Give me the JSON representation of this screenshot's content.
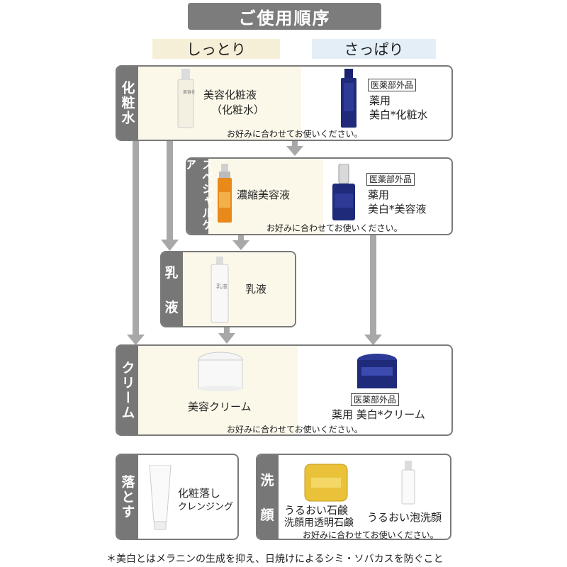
{
  "title": "ご使用順序",
  "columns": {
    "moist": "しっとり",
    "fresh": "さっぱり"
  },
  "colors": {
    "side_gray": "#777777",
    "moist_bg": "#f6efd7",
    "fresh_bg": "#e4eef6",
    "arrow": "#a8a8a8",
    "navy": "#1f2a7a",
    "orange": "#e8891a"
  },
  "lotion": {
    "side": "化粧水",
    "moist_name_1": "美容化粧液",
    "moist_name_2": "（化粧水）",
    "badge": "医薬部外品",
    "fresh_name_1": "薬用",
    "fresh_name_2": "美白*化粧水",
    "note": "お好みに合わせてお使いください。"
  },
  "special": {
    "side": "スペシャルケア",
    "moist_name": "濃縮美容液",
    "badge": "医薬部外品",
    "fresh_name_1": "薬用",
    "fresh_name_2": "美白*美容液",
    "note": "お好みに合わせてお使いください。"
  },
  "milk": {
    "side_1": "乳",
    "side_2": "液",
    "name": "乳液"
  },
  "cream": {
    "side": "クリーム",
    "moist_name": "美容クリーム",
    "badge": "医薬部外品",
    "fresh_name": "薬用 美白*クリーム",
    "note": "お好みに合わせてお使いください。"
  },
  "cleansing": {
    "side": "落とす",
    "name_1": "化粧落し",
    "name_2": "クレンジング"
  },
  "wash": {
    "side_1": "洗",
    "side_2": "顔",
    "soap_1": "うるおい石鹸",
    "soap_2": "洗顔用透明石鹸",
    "foam": "うるおい泡洗顔",
    "note": "お好みに合わせてお使いください。"
  },
  "footnote": "＊美白とはメラニンの生成を抑え、日焼けによるシミ・ソバカスを防ぐこと"
}
